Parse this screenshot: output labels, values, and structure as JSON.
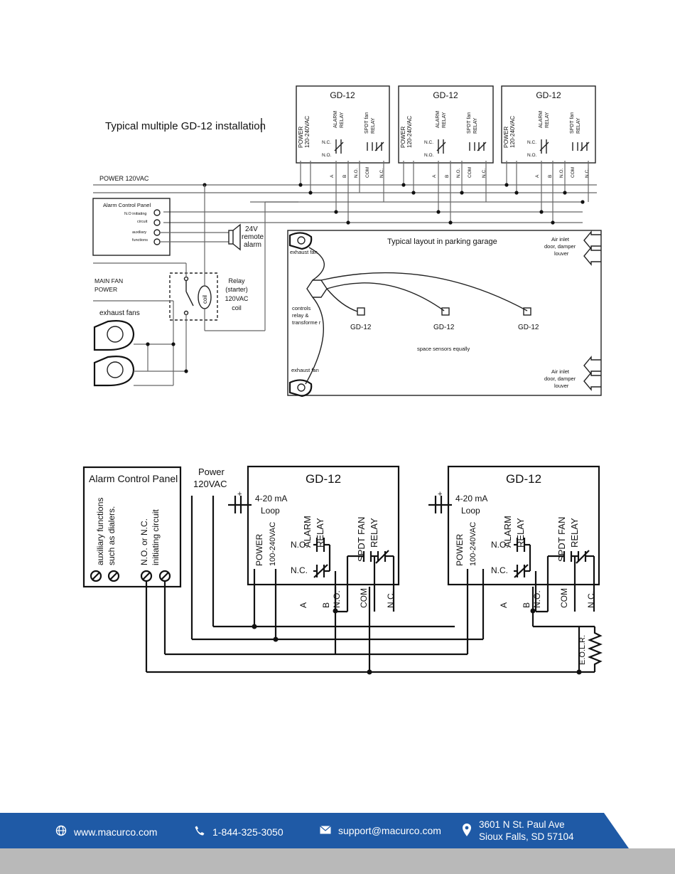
{
  "top_diagram": {
    "title": "Typical multiple GD-12 installation",
    "power_label": "POWER 120VAC",
    "gd_units": [
      {
        "name": "GD-12"
      },
      {
        "name": "GD-12"
      },
      {
        "name": "GD-12"
      }
    ],
    "unit_labels": {
      "power": "POWER",
      "voltage": "120-240VAC",
      "alarm": "ALARM",
      "relay": "RELAY",
      "spdt": "SPDT fan",
      "nc": "N.C.",
      "no": "N.O.",
      "terminals": [
        "A",
        "B",
        "N.O.",
        "COM",
        "N.C."
      ]
    },
    "alarm_panel": {
      "title": "Alarm Control Panel",
      "lines": [
        "N.O initiating",
        "circuit",
        "auxiliary",
        "functions"
      ]
    },
    "remote_alarm": [
      "24V",
      "remote",
      "alarm"
    ],
    "main_fan_power": [
      "MAIN FAN",
      "POWER"
    ],
    "relay_label": [
      "Relay",
      "(starter)",
      "120VAC",
      "coil"
    ],
    "coil_label": "coil",
    "exhaust_fans": "exhaust fans",
    "garage": {
      "title": "Typical layout in parking garage",
      "exhaust_fan_top": "exhaust fan",
      "exhaust_fan_bottom": "exhaust fan",
      "controls": [
        "controls",
        "relay &",
        "transforme r"
      ],
      "sensors": [
        "GD-12",
        "GD-12",
        "GD-12"
      ],
      "note": "space sensors equally",
      "air_inlet_top": [
        "Air inlet",
        "door, damper",
        "louver"
      ],
      "air_inlet_bottom": [
        "Air inlet",
        "door, damper",
        "louver"
      ]
    }
  },
  "bottom_diagram": {
    "alarm_panel": {
      "title": "Alarm Control Panel",
      "aux1": "auxiliary functions",
      "aux2": "such as dialers.",
      "init1": "N.O. or N.C.",
      "init2": "initiating circuit"
    },
    "power": [
      "Power",
      "120VAC"
    ],
    "units": [
      {
        "name": "GD-12"
      },
      {
        "name": "GD-12"
      }
    ],
    "unit_labels": {
      "plus": "+",
      "loop1": "4-20 mA",
      "loop2": "Loop",
      "alarm": "ALARM",
      "relay": "RELAY",
      "spdt": "SPDT FAN",
      "power": "POWER",
      "voltage": "100-240VAC",
      "no": "N.O.",
      "nc": "N.C.",
      "terminals": [
        "A",
        "B",
        "N.O.",
        "COM",
        "N.C."
      ]
    },
    "eolr": "E.O.L.R."
  },
  "footer": {
    "website": "www.macurco.com",
    "phone": "1-844-325-3050",
    "email": "support@macurco.com",
    "address1": "3601 N St. Paul Ave",
    "address2": "Sioux Falls, SD 57104",
    "colors": {
      "bar": "#1f5aa6",
      "grey": "#b9b9b9"
    }
  }
}
